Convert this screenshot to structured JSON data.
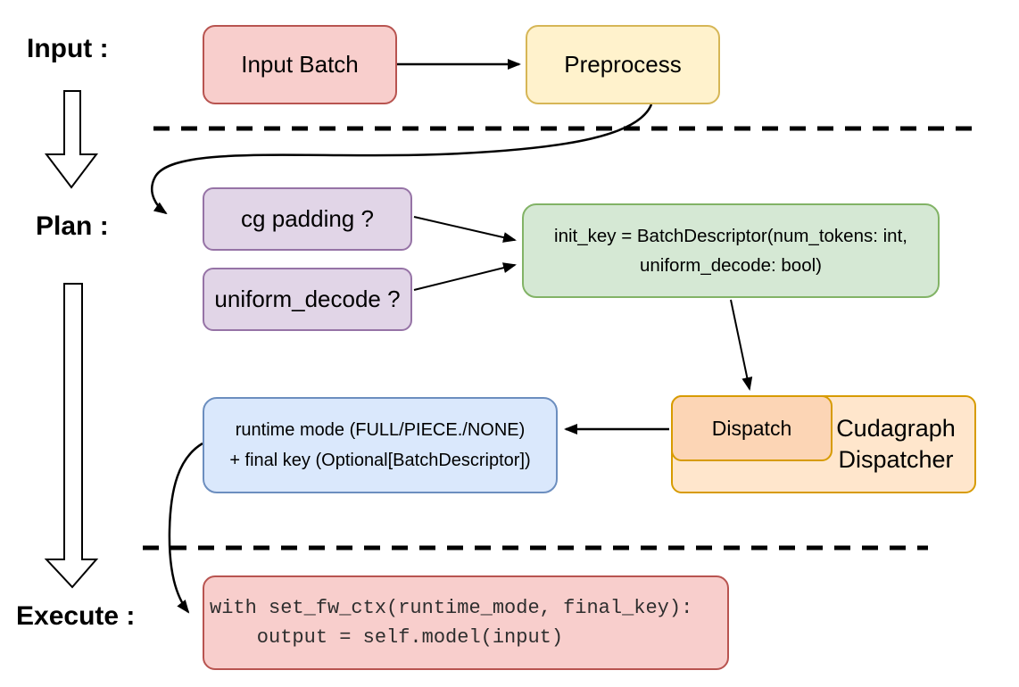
{
  "stages": {
    "input_label": "Input :",
    "plan_label": "Plan :",
    "execute_label": "Execute :"
  },
  "nodes": {
    "input_batch": {
      "label": "Input Batch"
    },
    "preprocess": {
      "label": "Preprocess"
    },
    "cg_padding": {
      "label": "cg padding ?"
    },
    "uniform_decode": {
      "label": "uniform_decode ?"
    },
    "init_key": {
      "line1": "init_key = BatchDescriptor(num_tokens: int,",
      "line2": "uniform_decode: bool)"
    },
    "dispatch": {
      "label": "Dispatch"
    },
    "cudagraph_dispatcher": {
      "line1": "Cudagraph",
      "line2": "Dispatcher"
    },
    "runtime_mode": {
      "line1": "runtime mode (FULL/PIECE./NONE)",
      "line2": "+ final key (Optional[BatchDescriptor])"
    },
    "execute_code": {
      "line1": "with set_fw_ctx(runtime_mode, final_key):",
      "line2": "    output = self.model(input)"
    }
  },
  "colors": {
    "red_fill": "#f8cecc",
    "red_border": "#b85450",
    "yellow_fill": "#fff2cc",
    "yellow_border": "#d6b656",
    "purple_fill": "#e1d5e7",
    "purple_border": "#9673a6",
    "green_fill": "#d5e8d4",
    "green_border": "#82b366",
    "orange_fill": "#ffe6cc",
    "orange_inner_fill": "#fcd5b5",
    "orange_border": "#d79b00",
    "blue_fill": "#dae8fc",
    "blue_border": "#6c8ebf",
    "line_color": "#000000"
  }
}
